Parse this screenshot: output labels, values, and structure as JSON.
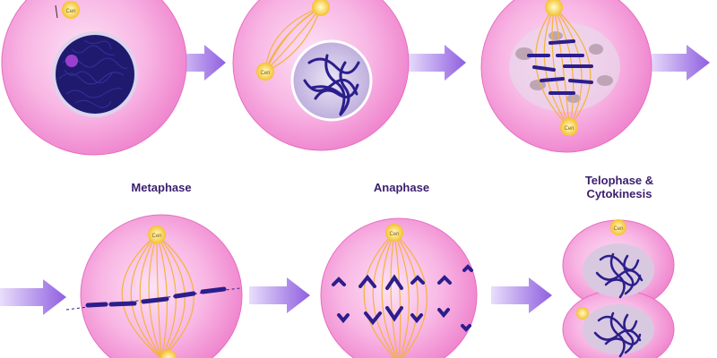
{
  "labels": {
    "metaphase": "Metaphase",
    "anaphase": "Anaphase",
    "telophase_line1": "Telophase &",
    "telophase_line2": "Cytokinesis"
  },
  "stages": [
    {
      "id": "interphase"
    },
    {
      "id": "prophase"
    },
    {
      "id": "prometaphase"
    },
    {
      "id": "metaphase"
    },
    {
      "id": "anaphase"
    },
    {
      "id": "telophase"
    }
  ],
  "centrosome_text": "Cen",
  "colors": {
    "cell_outer": "#f38ed2",
    "cell_inner": "#fbd1ee",
    "nucleus_bg": "#cfc4e6",
    "chromatin": "#2b1e8c",
    "spindle": "#f5b84a",
    "centrosome": "#f7d94c",
    "arrow": "#9b73df",
    "label": "#3b1e6e"
  }
}
